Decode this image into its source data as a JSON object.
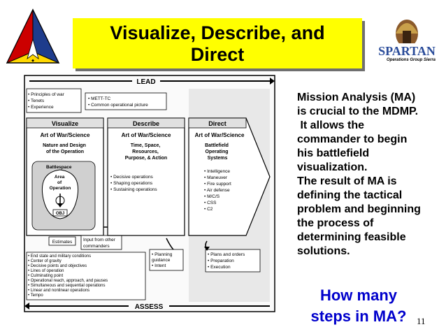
{
  "title": {
    "line1": "Visualize, Describe, and",
    "line2": "Direct"
  },
  "logo": {
    "brand": "SPARTAN",
    "caption": "Operations Group Sierra"
  },
  "diagram": {
    "lead": "LEAD",
    "assess": "ASSESS",
    "top_left_list": [
      "• Principles of war",
      "• Tenets",
      "• Experience"
    ],
    "top_mid_list": [
      "• METT-TC",
      "• Common operational picture"
    ],
    "visualize": {
      "header": "Visualize",
      "subheader": "Art of War/Science",
      "desc": [
        "Nature and Design",
        "of the Operation"
      ],
      "battlespace": "Battlespace",
      "area": [
        "Area",
        "of",
        "Operation"
      ],
      "obj": "OBJ",
      "estimates": "Estimates",
      "input": [
        "Input from other",
        "commanders"
      ]
    },
    "describe": {
      "header": "Describe",
      "subheader": "Art of War/Science",
      "desc": [
        "Time, Space,",
        "Resources,",
        "Purpose, & Action"
      ],
      "items": [
        "• Decisive operations",
        "• Shaping operations",
        "• Sustaining operations"
      ]
    },
    "direct": {
      "header": "Direct",
      "subheader": "Art of War/Science",
      "desc": [
        "Battlefield",
        "Operating",
        "Systems"
      ],
      "items": [
        "• Intelligence",
        "• Maneuver",
        "• Fire support",
        "• Air defense",
        "• M/C/S",
        "• CSS",
        "• C2"
      ]
    },
    "bottom_left_list": [
      "• End state and military conditions",
      "• Center of gravity",
      "• Decisive points and objectives",
      "• Lines of operation",
      "• Culminating point",
      "• Operational reach, approach, and pauses",
      "• Simultaneous and sequential operations",
      "• Linear and nonlinear operations",
      "• Tempo"
    ],
    "bottom_mid_list": [
      "• Planning",
      "  guidance",
      "• Intent"
    ],
    "bottom_right_list": [
      "• Plans and orders",
      "• Preparation",
      "• Execution"
    ]
  },
  "text_lines": [
    "Mission Analysis (MA)",
    "is crucial to the MDMP.",
    " It allows the",
    "commander to begin",
    "his battlefield",
    "visualization.",
    "The result of MA is",
    "defining the tactical",
    "problem and beginning",
    "the process of",
    "determining feasible",
    "solutions."
  ],
  "question": {
    "line1": "How many",
    "line2": "steps in MA?"
  },
  "page_number": "11",
  "colors": {
    "title_bg": "#ffff00",
    "question": "#0000cc",
    "emblem_red": "#cc0000",
    "emblem_yellow": "#ffd800",
    "emblem_blue": "#1e3c8c",
    "panel_gray": "#e8e8e8"
  }
}
